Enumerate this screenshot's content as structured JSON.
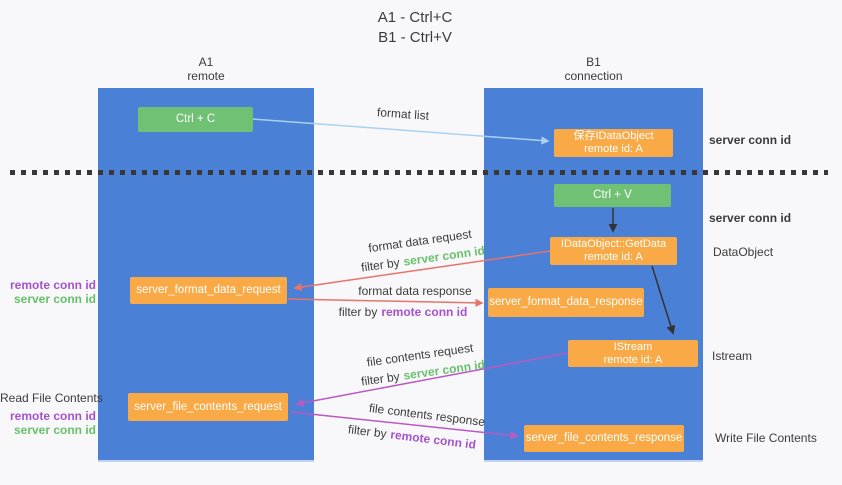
{
  "title": {
    "line1": "A1 - Ctrl+C",
    "line2": "B1 - Ctrl+V"
  },
  "columns": {
    "left": {
      "name": "A1",
      "subtitle": "remote"
    },
    "right": {
      "name": "B1",
      "subtitle": "connection"
    }
  },
  "boxes": {
    "ctrl_c": {
      "label": "Ctrl + C"
    },
    "save_dataobject": {
      "line1": "保存IDataObject",
      "line2": "remote id: A"
    },
    "ctrl_v": {
      "label": "Ctrl + V"
    },
    "getdata": {
      "line1": "IDataObject::GetData",
      "line2": "remote id: A"
    },
    "format_request": {
      "label": "server_format_data_request"
    },
    "format_response": {
      "label": "server_format_data_response"
    },
    "istream": {
      "line1": "IStream",
      "line2": "remote id: A"
    },
    "file_request": {
      "label": "server_file_contents_request"
    },
    "file_response": {
      "label": "server_file_contents_response"
    }
  },
  "arrows": {
    "format_list": {
      "label": "format list"
    },
    "format_data_request": {
      "label": "format data request",
      "filter_prefix": "filter by",
      "filter_key": "server conn id"
    },
    "format_data_response": {
      "label": "format data response",
      "filter_prefix": "filter by",
      "filter_key": "remote conn id"
    },
    "file_contents_request": {
      "label": "file contents request",
      "filter_prefix": "filter by",
      "filter_key": "server conn id"
    },
    "file_contents_response": {
      "label": "file contents response",
      "filter_prefix": "filter by",
      "filter_key": "remote conn id"
    }
  },
  "annotations": {
    "right": {
      "server_conn_id_1": "server conn id",
      "server_conn_id_2": "server conn id",
      "dataobject": "DataObject",
      "istream": "Istream",
      "write_file_contents": "Write File Contents"
    },
    "left": {
      "format_remote_conn_id": "remote conn id",
      "format_server_conn_id": "server conn id",
      "read_file_contents": "Read File Contents",
      "file_remote_conn_id": "remote conn id",
      "file_server_conn_id": "server conn id"
    }
  },
  "colors": {
    "lifeline_blue": "#4a80d6",
    "box_green": "#71c175",
    "box_orange": "#f9a946",
    "text_green": "#67c06b",
    "text_purple": "#a552cd",
    "arrow_salmon": "#e8736a",
    "arrow_magenta": "#b95ac2",
    "arrow_lightblue": "#a9d2f0",
    "arrow_black": "#333333",
    "background": "#f8f8fa"
  }
}
